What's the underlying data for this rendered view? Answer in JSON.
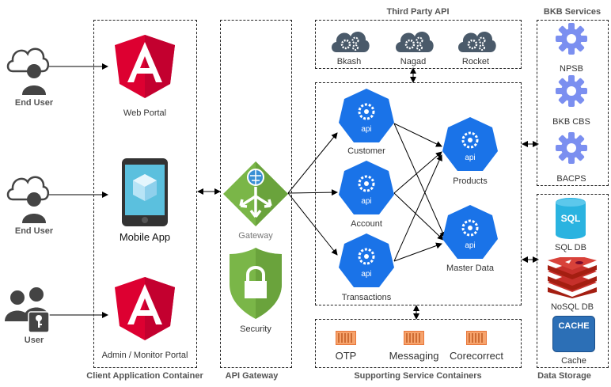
{
  "containers": {
    "client": "Client Application Container",
    "gateway": "API Gateway",
    "third_party": "Third Party API",
    "supporting": "Supporting Service Containers",
    "bkb_services": "BKB Services",
    "data_storage": "Data Storage"
  },
  "users": [
    {
      "label": "End User",
      "icon": "user-cloud-icon"
    },
    {
      "label": "End User",
      "icon": "user-cloud-icon"
    },
    {
      "label": "User",
      "icon": "users-key-icon"
    }
  ],
  "clients": {
    "web_portal": "Web Portal",
    "mobile_app": "Mobile App",
    "admin_portal": "Admin / Monitor Portal"
  },
  "gateway": {
    "gateway": "Gateway",
    "security": "Security"
  },
  "third_party": [
    "Bkash",
    "Nagad",
    "Rocket"
  ],
  "services": {
    "customer": "Customer",
    "account": "Account",
    "transactions": "Transactions",
    "products": "Products",
    "master_data": "Master Data",
    "api_text": "api"
  },
  "supporting": [
    "OTP",
    "Messaging",
    "Corecorrect"
  ],
  "bkb": [
    "NPSB",
    "BKB CBS",
    "BACPS"
  ],
  "storage": {
    "sql": "SQL DB",
    "sql_icon_text": "SQL",
    "nosql": "NoSQL DB",
    "cache": "Cache",
    "cache_icon_text": "CACHE"
  },
  "colors": {
    "angular_red": "#dd0031",
    "api_blue": "#1a73e8",
    "gateway_green": "#7ab648",
    "gear_purple": "#7b8ff0",
    "cloud_gray": "#4a5a6a",
    "container_orange": "#e8763a",
    "redis_red": "#c6302b",
    "cache_blue": "#2c6fb6",
    "sql_cyan": "#2ab3e0"
  }
}
